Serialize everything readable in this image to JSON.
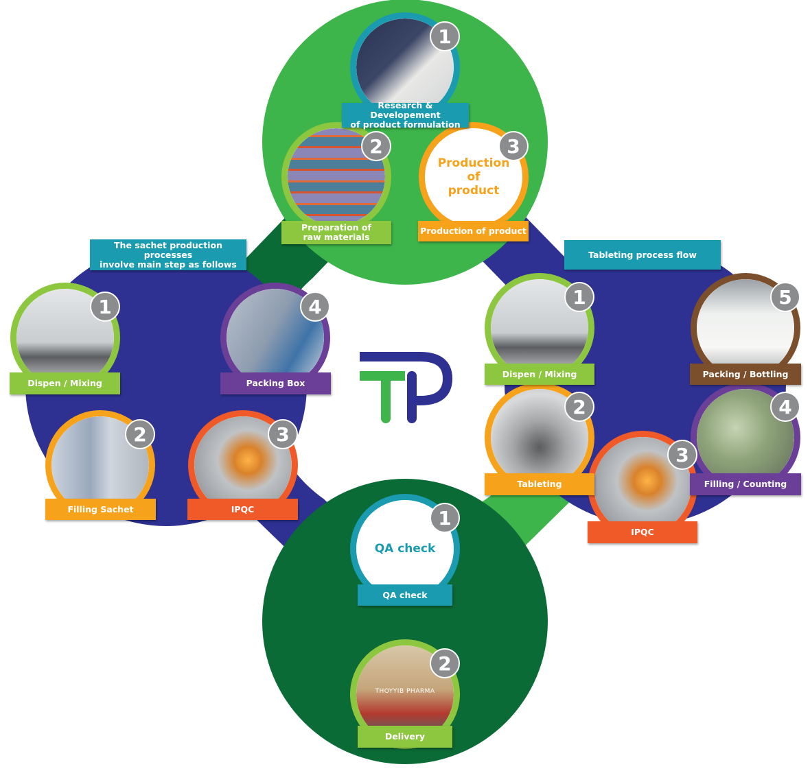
{
  "colors": {
    "top_circle": "#3db54a",
    "bottom_circle": "#0b6b36",
    "side_circle": "#2e3192",
    "teal": "#1a9bb0",
    "light_green": "#8dc63f",
    "orange": "#f7a21b",
    "red_orange": "#ef5a28",
    "purple": "#6b3f98",
    "brown": "#7b4f2c",
    "badge": "#8a8c8e"
  },
  "logo": {
    "name": "TP logo"
  },
  "top": {
    "items": [
      {
        "number": "1",
        "label": "Research & Developement\nof product formulation",
        "color": "teal",
        "icon": "lab-worker-photo"
      },
      {
        "number": "2",
        "label": "Preparation of\nraw materials",
        "color": "light_green",
        "icon": "warehouse-photo"
      },
      {
        "number": "3",
        "label": "Production of product",
        "inner_text": "Production\nof\nproduct",
        "color": "orange"
      }
    ]
  },
  "sachet": {
    "title": "The sachet production processes\ninvolve main step as follows",
    "items": [
      {
        "number": "1",
        "label": "Dispen / Mixing",
        "color": "light_green",
        "icon": "mixing-machine-photo"
      },
      {
        "number": "4",
        "label": "Packing Box",
        "color": "purple",
        "icon": "packing-photo"
      },
      {
        "number": "2",
        "label": "Filling Sachet",
        "color": "orange",
        "icon": "sachet-machine-photo"
      },
      {
        "number": "3",
        "label": "IPQC",
        "color": "red_orange",
        "icon": "moisture-analyzer-photo"
      }
    ]
  },
  "tablet": {
    "title": "Tableting process flow",
    "items": [
      {
        "number": "1",
        "label": "Dispen / Mixing",
        "color": "light_green",
        "icon": "mixing-machine-photo"
      },
      {
        "number": "5",
        "label": "Packing / Bottling",
        "color": "brown",
        "icon": "bottles-photo"
      },
      {
        "number": "2",
        "label": "Tableting",
        "color": "orange",
        "icon": "tablet-press-photo"
      },
      {
        "number": "4",
        "label": "Filling / Counting",
        "color": "purple",
        "icon": "tablets-photo"
      },
      {
        "number": "3",
        "label": "IPQC",
        "color": "red_orange",
        "icon": "moisture-analyzer-photo"
      }
    ]
  },
  "bottom": {
    "items": [
      {
        "number": "1",
        "label": "QA check",
        "inner_text": "QA check",
        "color": "teal"
      },
      {
        "number": "2",
        "label": "Delivery",
        "color": "light_green",
        "icon": "delivery-truck-photo",
        "photo_caption": "THOYYIB PHARMA"
      }
    ]
  }
}
